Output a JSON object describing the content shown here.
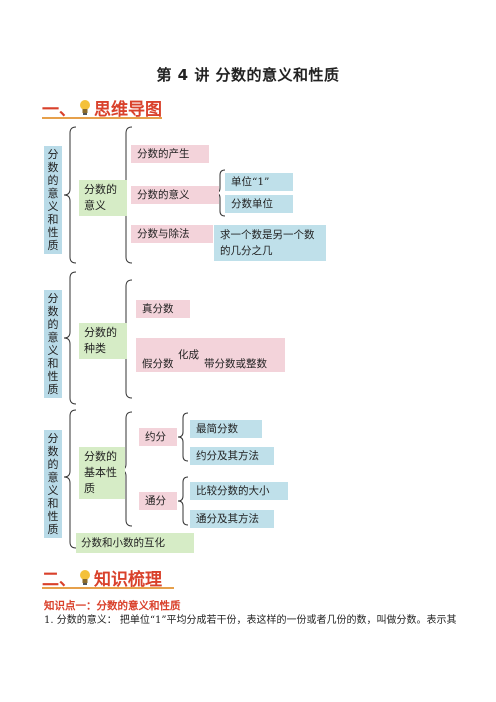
{
  "title": "第 4 讲    分数的意义和性质",
  "sections": {
    "mind_map": {
      "num": "一、",
      "label": "思维导图"
    },
    "knowledge": {
      "num": "二、",
      "label": "知识梳理"
    }
  },
  "map": {
    "group1": {
      "root": "分数的意义和性质",
      "node": "分数的意义",
      "items": [
        "分数的产生",
        "分数的意义",
        "分数与除法"
      ],
      "meaning_children": [
        "单位“1”",
        "分数单位"
      ],
      "division_note": "求一个数是另一个数的几分之几"
    },
    "group2": {
      "root": "分数的意义和性质",
      "node": "分数的种类",
      "proper": "真分数",
      "improper": "假分数",
      "arrow_label": "化成",
      "mixed": "带分数或整数"
    },
    "group3": {
      "root": "分数的意义和性质",
      "node": "分数的基本性质",
      "reduce": "约分",
      "reduce_children": [
        "最简分数",
        "约分及其方法"
      ],
      "common": "通分",
      "common_children": [
        "比较分数的大小",
        "通分及其方法"
      ],
      "bottom": "分数和小数的互化"
    }
  },
  "knowledge_point": {
    "heading": "知识点一：分数的意义和性质",
    "line1": "1. 分数的意义：  把单位“1”平均分成若干份，表这样的一份或者几份的数，叫做分数。表示其"
  },
  "colors": {
    "accent": "#d9412b",
    "pink": "#f3d3da",
    "blue": "#bfe0ea",
    "green": "#d6ecc6"
  }
}
